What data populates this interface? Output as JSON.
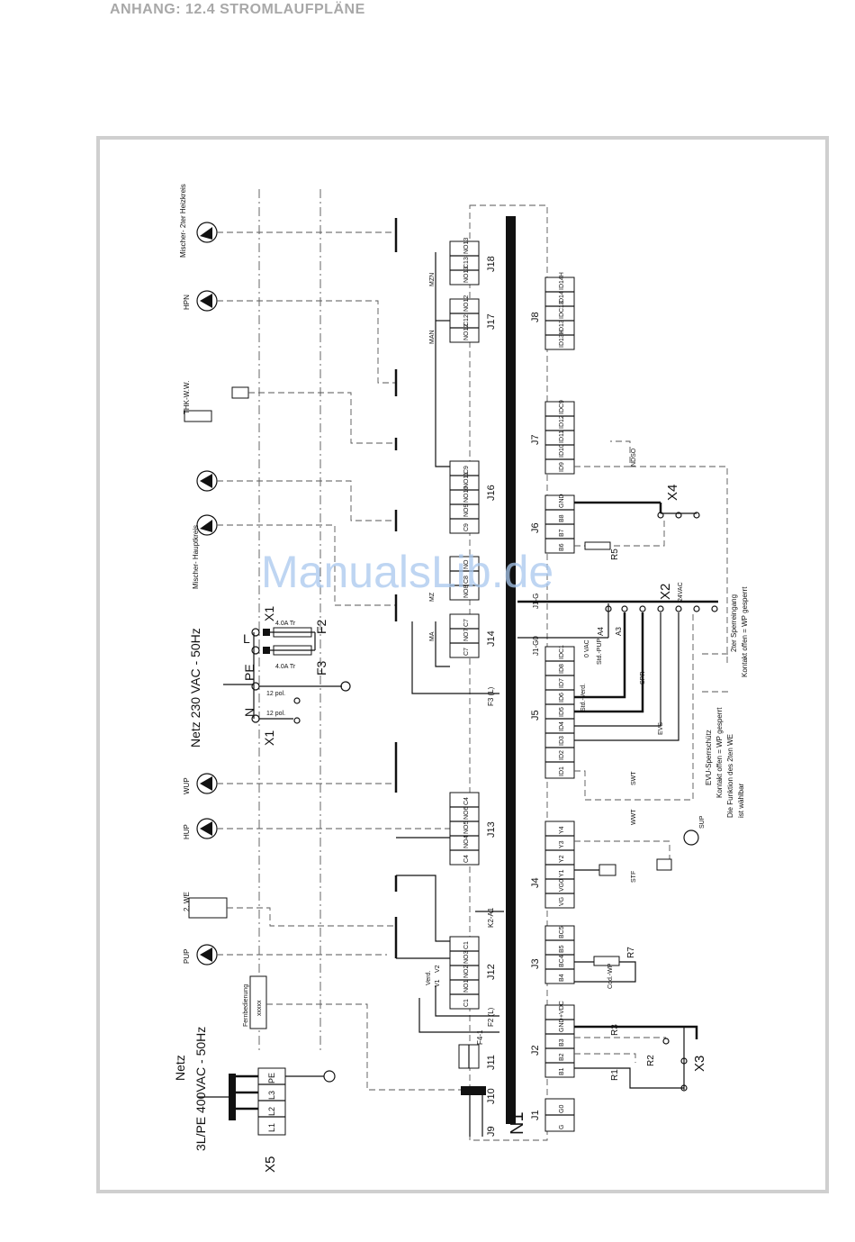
{
  "header": "ANHANG: 12.4 STROMLAUFPLÄNE",
  "watermark": "ManualsLib.de",
  "labels": {
    "netz_top": "Netz",
    "netz_400": "3L/PE 400VAC - 50Hz",
    "netz_230": "Netz 230 VAC - 50Hz",
    "x5": "X5",
    "x1": "X1",
    "x2": "X2",
    "x3": "X3",
    "x4": "X4",
    "n1": "N1",
    "f2": "F2",
    "f3": "F3",
    "fuse": "4.0A Tr",
    "pol12": "12 pol.",
    "fernbedienung": "Fernbedienung",
    "xxxxx": "xxxxx",
    "v24": "24VAC",
    "vac0": "0 VAC",
    "sperr2": "2ter Sperreingang",
    "sperr2_b": "Kontakt offen = WP gesperrt",
    "evu1": "EVU-Sperrschütz",
    "evu2": "Kontakt offen = WP gesperrt",
    "evu3": "Die Funktion des 2ten WE",
    "evu4": "ist wählbar"
  },
  "pumps": [
    "Mischer- 2ter Heizkreis",
    "HPN",
    "THK-W.W.",
    "Mischer- Hauptkreis",
    "WUP",
    "HUP",
    "2. WE",
    "PUP"
  ],
  "connectors": {
    "j1": "J1",
    "j2": "J2",
    "j3": "J3",
    "j4": "J4",
    "j5": "J5",
    "j6": "J6",
    "j7": "J7",
    "j8": "J8",
    "j9": "J9",
    "j10": "J10",
    "j11": "J11",
    "j12": "J12",
    "j13": "J13",
    "j14": "J14",
    "j16": "J16",
    "j17": "J17",
    "j18": "J18"
  },
  "terminals": {
    "x5": [
      "L1",
      "L2",
      "L3",
      "PE"
    ],
    "j18": [
      "NO13",
      "C13",
      "NO13"
    ],
    "j17": [
      "NO12",
      "C12",
      "NO12"
    ],
    "j8": [
      "ID14H",
      "ID14",
      "IDC13",
      "ID13",
      "ID13H"
    ],
    "j16": [
      "C9",
      "NO11",
      "NO10",
      "NO9",
      "C9"
    ],
    "j7": [
      "IDC9",
      "ID12",
      "ID11",
      "ID10",
      "ID9"
    ],
    "j15": [
      "NO",
      "C8",
      "NO8"
    ],
    "j14": [
      "C7",
      "NO7",
      "C7"
    ],
    "j6": [
      "GND",
      "B8",
      "B7",
      "B6"
    ],
    "j5": [
      "IDC1",
      "ID8",
      "ID7",
      "ID6",
      "ID5",
      "ID4",
      "ID3",
      "ID2",
      "ID1"
    ],
    "j13": [
      "C4",
      "NO6",
      "NO5",
      "NO4",
      "C4"
    ],
    "j4": [
      "Y4",
      "Y3",
      "Y2",
      "Y1",
      "VG0",
      "VG"
    ],
    "j12": [
      "C1",
      "NO3",
      "NO2",
      "NO1",
      "C1"
    ],
    "j3": [
      "BC5",
      "B5",
      "BC4",
      "B4"
    ],
    "j2": [
      "+VDC",
      "GND",
      "B3",
      "B2",
      "B1"
    ],
    "j1": [
      "G0",
      "G"
    ]
  },
  "signals": [
    "MZN",
    "MAN",
    "MZ",
    "MA",
    "NDSO",
    "SPR",
    "EVS",
    "SWT",
    "WWT",
    "STF",
    "SUP",
    "Std.-Verd.",
    "Std.-PUP",
    "Cod.-WP",
    "R1",
    "R2",
    "R3",
    "R5",
    "R7",
    "A3",
    "A4",
    "J1-G",
    "J1-G0",
    "F3 (L)",
    "F2 (L)",
    "F4-1",
    "K2-A1",
    "Verd.",
    "V1",
    "V2"
  ]
}
